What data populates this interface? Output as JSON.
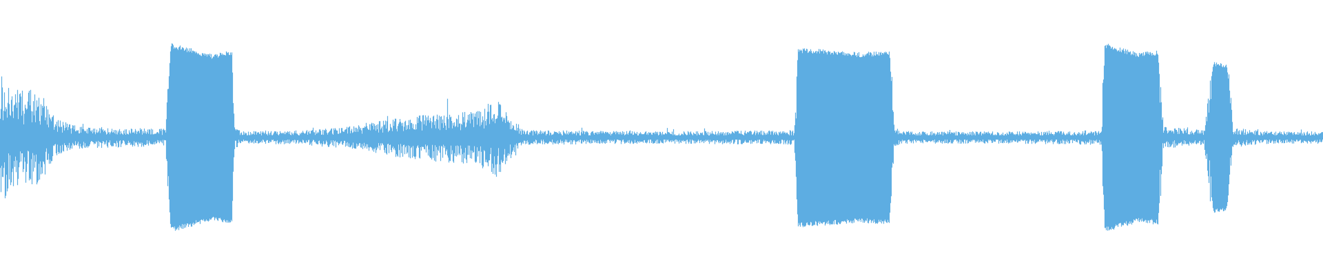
{
  "waveform": {
    "color": "#5dade2",
    "background": "#ffffff",
    "amplitude_envelope": [
      {
        "t": 0.0,
        "amp": 0.55
      },
      {
        "t": 0.01,
        "amp": 0.4
      },
      {
        "t": 0.03,
        "amp": 0.38
      },
      {
        "t": 0.042,
        "amp": 0.15
      },
      {
        "t": 0.06,
        "amp": 0.09
      },
      {
        "t": 0.125,
        "amp": 0.07
      },
      {
        "t": 0.129,
        "amp": 1.0
      },
      {
        "t": 0.16,
        "amp": 0.88
      },
      {
        "t": 0.175,
        "amp": 0.92
      },
      {
        "t": 0.177,
        "amp": 0.1
      },
      {
        "t": 0.182,
        "amp": 0.05
      },
      {
        "t": 0.23,
        "amp": 0.06
      },
      {
        "t": 0.27,
        "amp": 0.1
      },
      {
        "t": 0.31,
        "amp": 0.18
      },
      {
        "t": 0.36,
        "amp": 0.22
      },
      {
        "t": 0.375,
        "amp": 0.32
      },
      {
        "t": 0.39,
        "amp": 0.14
      },
      {
        "t": 0.395,
        "amp": 0.06
      },
      {
        "t": 0.5,
        "amp": 0.05
      },
      {
        "t": 0.6,
        "amp": 0.06
      },
      {
        "t": 0.603,
        "amp": 0.95
      },
      {
        "t": 0.65,
        "amp": 0.9
      },
      {
        "t": 0.672,
        "amp": 0.92
      },
      {
        "t": 0.676,
        "amp": 0.1
      },
      {
        "t": 0.68,
        "amp": 0.05
      },
      {
        "t": 0.76,
        "amp": 0.05
      },
      {
        "t": 0.832,
        "amp": 0.06
      },
      {
        "t": 0.835,
        "amp": 1.0
      },
      {
        "t": 0.86,
        "amp": 0.9
      },
      {
        "t": 0.875,
        "amp": 0.92
      },
      {
        "t": 0.879,
        "amp": 0.09
      },
      {
        "t": 0.91,
        "amp": 0.06
      },
      {
        "t": 0.917,
        "amp": 0.8
      },
      {
        "t": 0.927,
        "amp": 0.78
      },
      {
        "t": 0.932,
        "amp": 0.08
      },
      {
        "t": 0.96,
        "amp": 0.05
      },
      {
        "t": 1.0,
        "amp": 0.05
      }
    ]
  }
}
